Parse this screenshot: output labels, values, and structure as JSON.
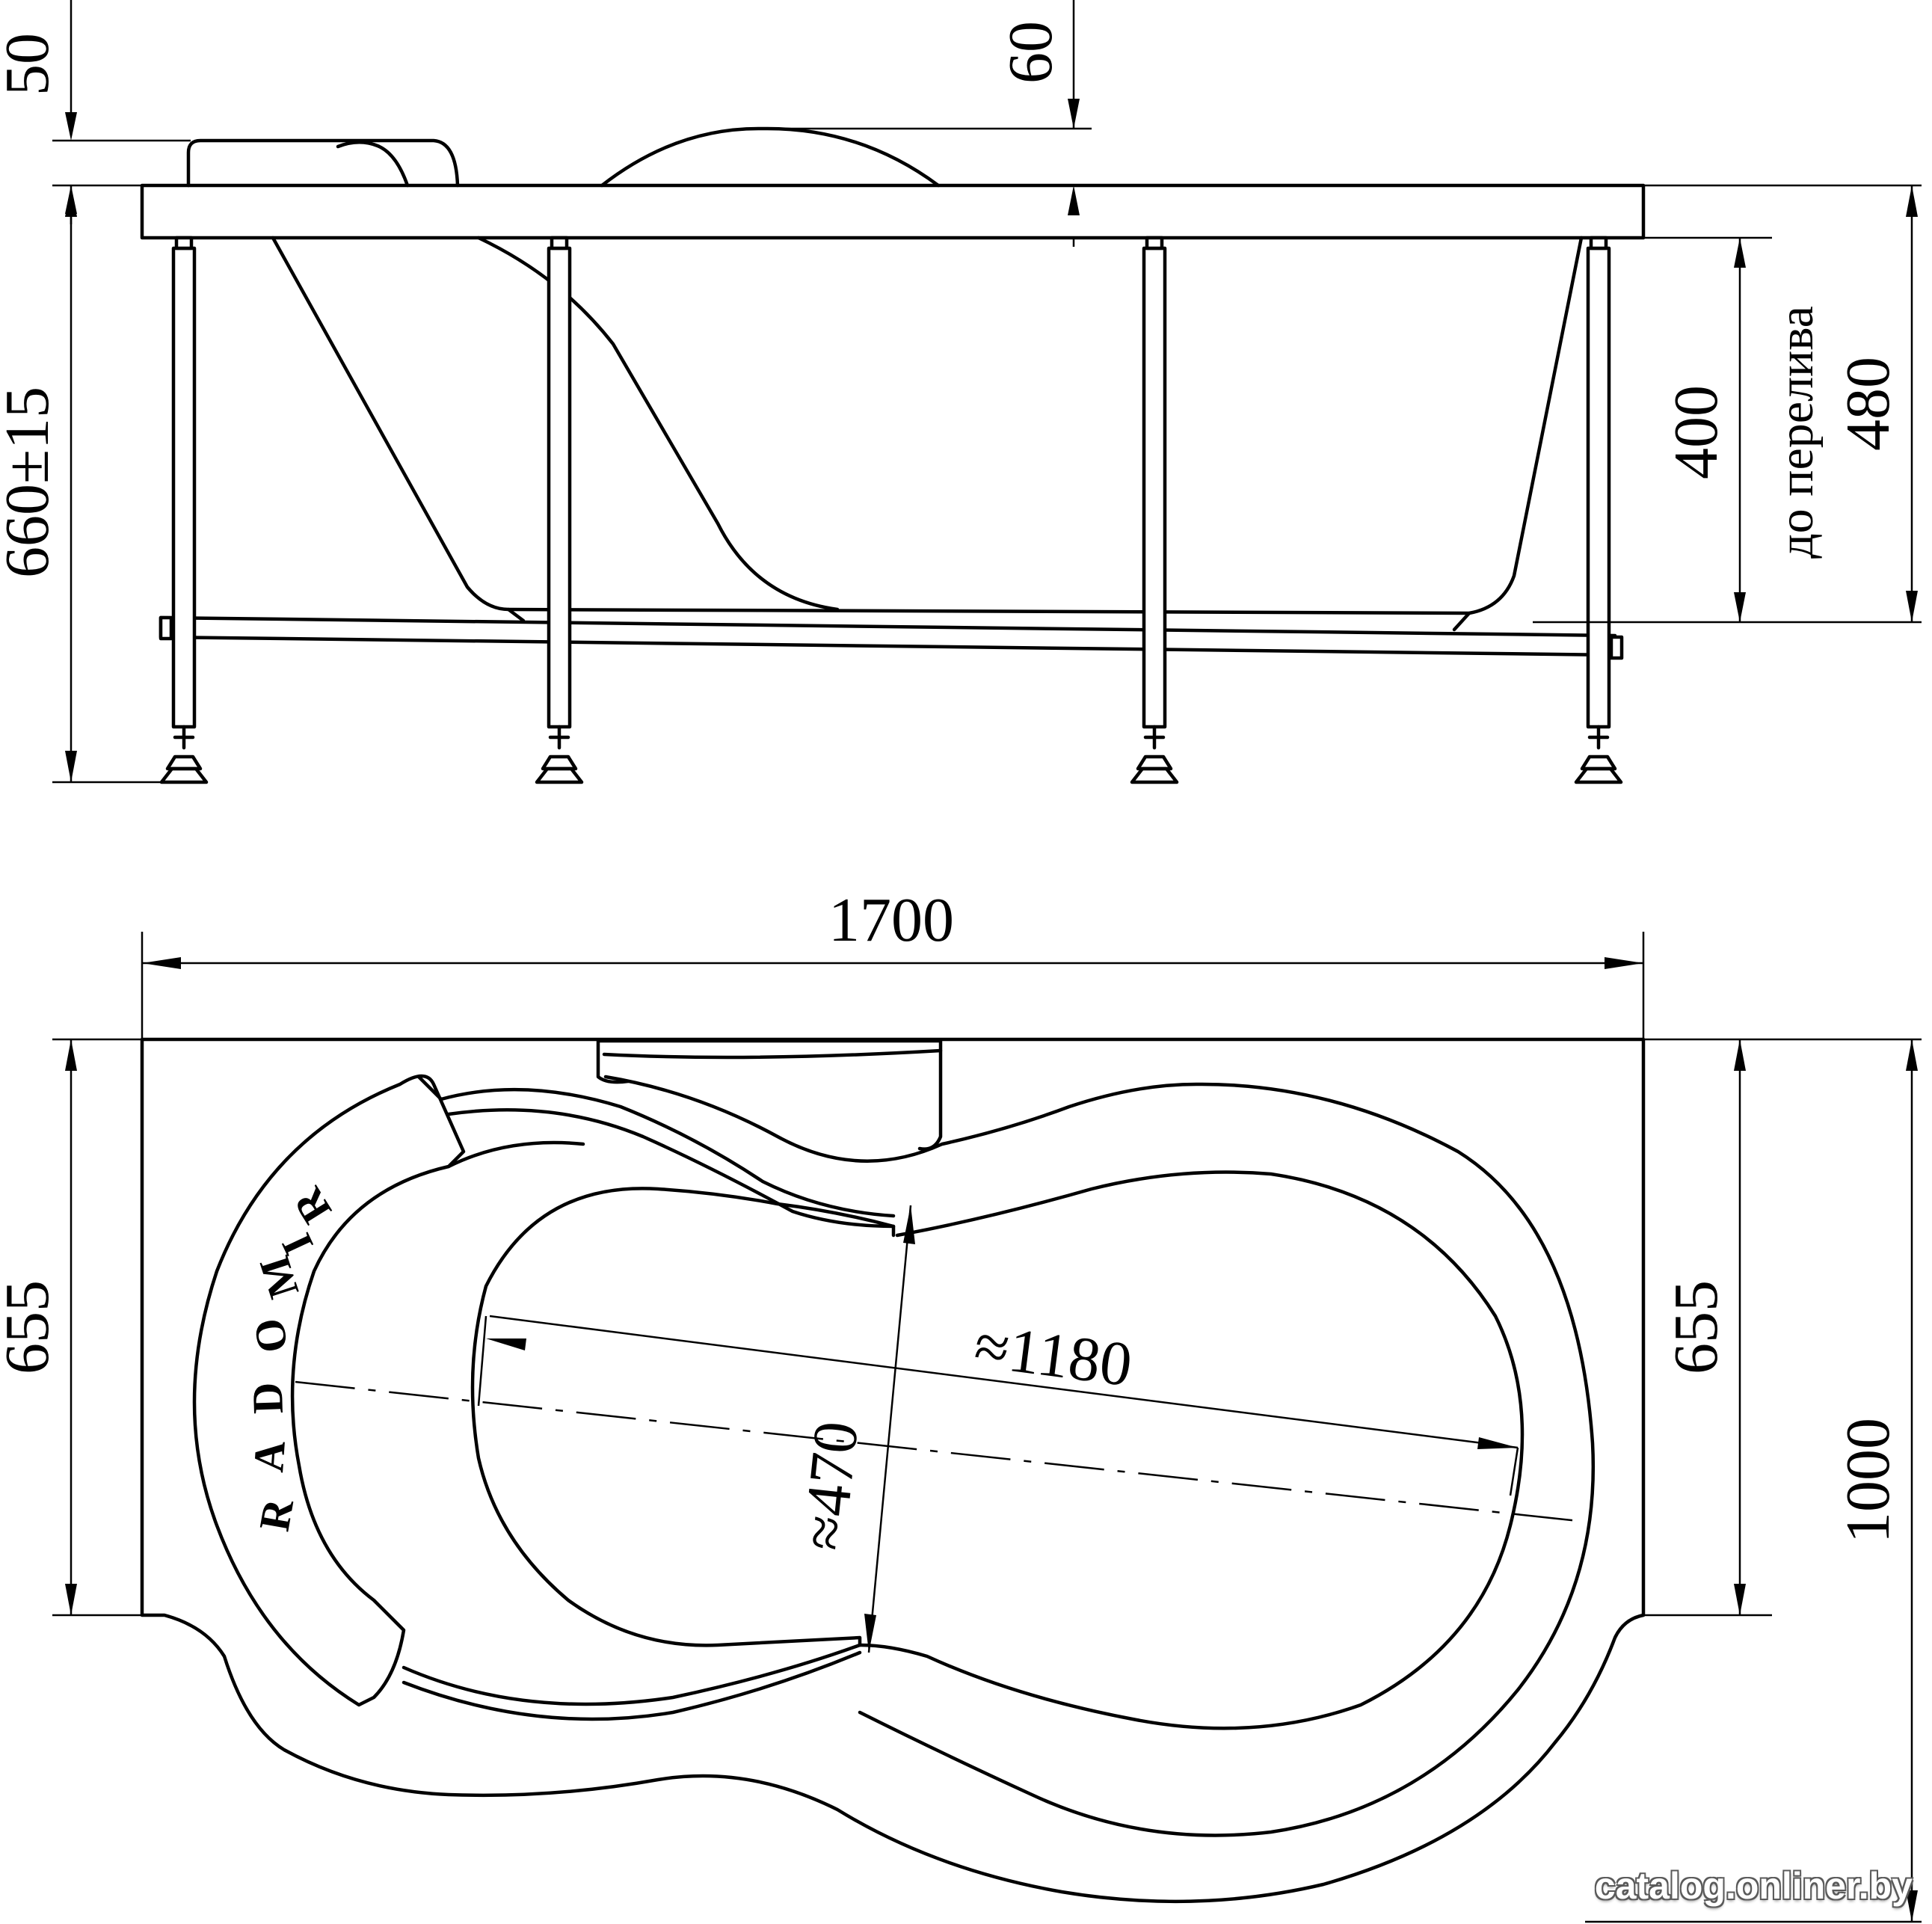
{
  "side_view": {
    "dims": {
      "headrest_height": "50",
      "panel_height": "60",
      "overall_height": "660±15",
      "depth": "400",
      "overflow_note": "до перелива",
      "rim_height": "480"
    }
  },
  "top_view": {
    "dims": {
      "length": "1700",
      "left_side": "655",
      "right_side": "655",
      "width": "1000",
      "inner_length": "≈1180",
      "inner_width": "≈470"
    },
    "brand_letters": [
      "R",
      "A",
      "D",
      "O",
      "M",
      "I",
      "R"
    ]
  },
  "watermark": "catalog.onliner.by"
}
